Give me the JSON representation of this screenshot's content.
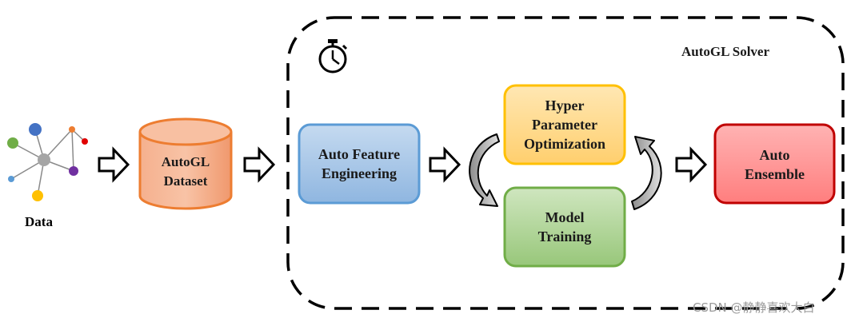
{
  "data_label": "Data",
  "dataset": {
    "line1": "AutoGL",
    "line2": "Dataset"
  },
  "solver_title": "AutoGL Solver",
  "feature": {
    "line1": "Auto Feature",
    "line2": "Engineering"
  },
  "hpo": {
    "line1": "Hyper",
    "line2": "Parameter",
    "line3": "Optimization"
  },
  "training": {
    "line1": "Model",
    "line2": "Training"
  },
  "ensemble": {
    "line1": "Auto",
    "line2": "Ensemble"
  },
  "watermark": "CSDN @静静喜欢大白",
  "icons": [
    "graph-network-icon",
    "database-cylinder-icon",
    "stopwatch-icon",
    "arrow-right-icon",
    "curved-arrow-icon"
  ],
  "colors": {
    "dataset_fill": "#f4a27c",
    "dataset_stroke": "#ed7d31",
    "feature_fill": "#9dc3e6",
    "feature_stroke": "#5b9bd5",
    "hpo_fill": "#ffd78a",
    "hpo_stroke": "#ffc000",
    "training_fill": "#a9d18e",
    "training_stroke": "#70ad47",
    "ensemble_fill": "#ff8f8f",
    "ensemble_stroke": "#c00000"
  }
}
